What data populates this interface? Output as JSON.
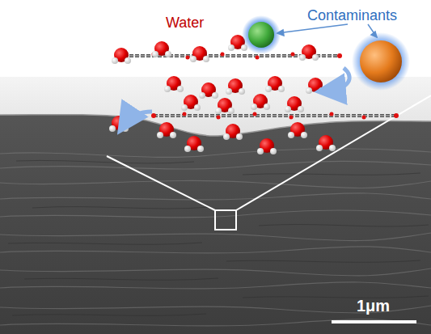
{
  "diagram": {
    "labels": [
      "Water",
      "Contaminants",
      "1μm"
    ]
  }
}
